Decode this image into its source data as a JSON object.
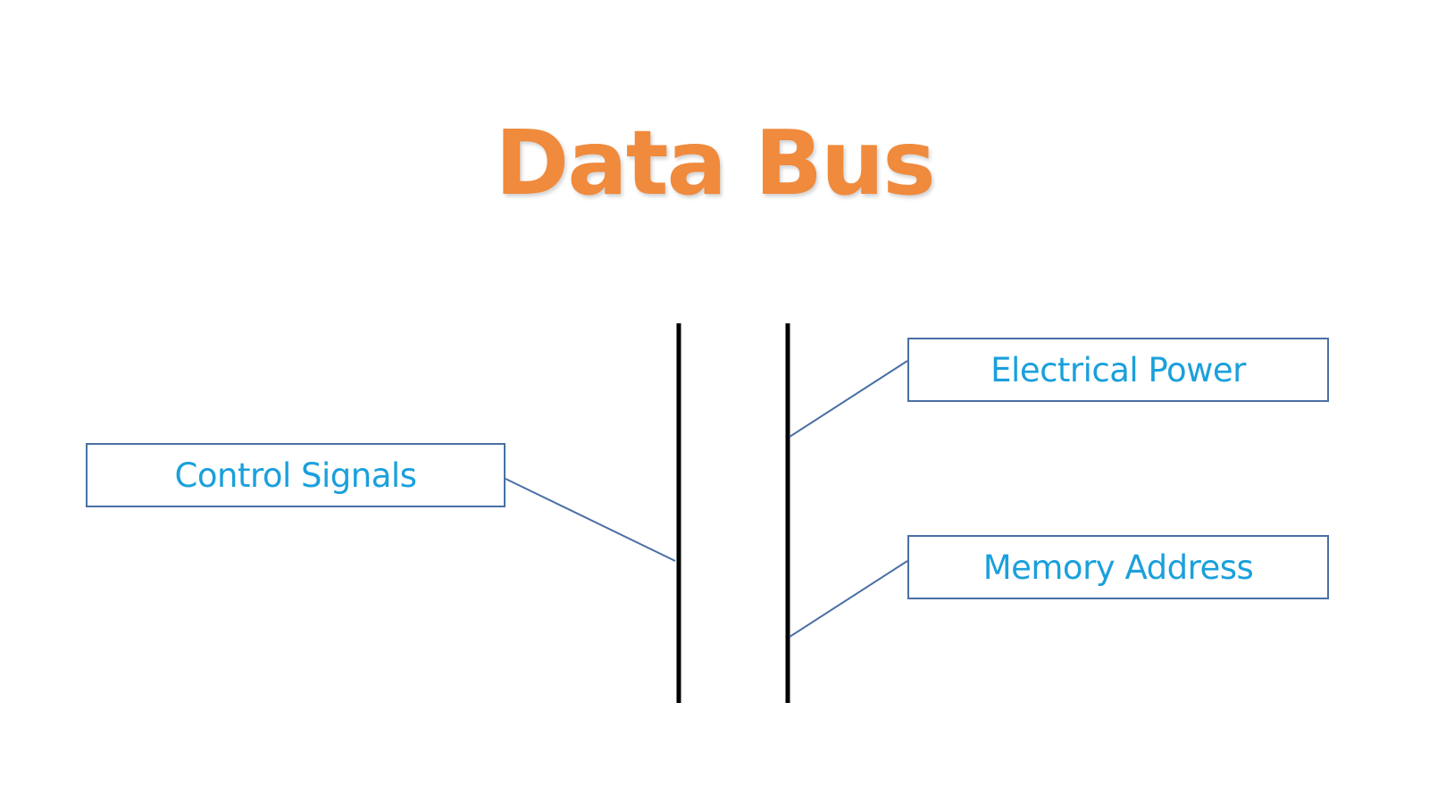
{
  "title": "Data Bus",
  "colors": {
    "title": "#f08a3c",
    "label_text": "#1aa0dc",
    "box_border": "#4a6fa5",
    "connector": "#4a6fa5",
    "bus_line": "#000000",
    "background": "#ffffff"
  },
  "labels": {
    "control_signals": "Control Signals",
    "electrical_power": "Electrical Power",
    "memory_address": "Memory Address"
  }
}
